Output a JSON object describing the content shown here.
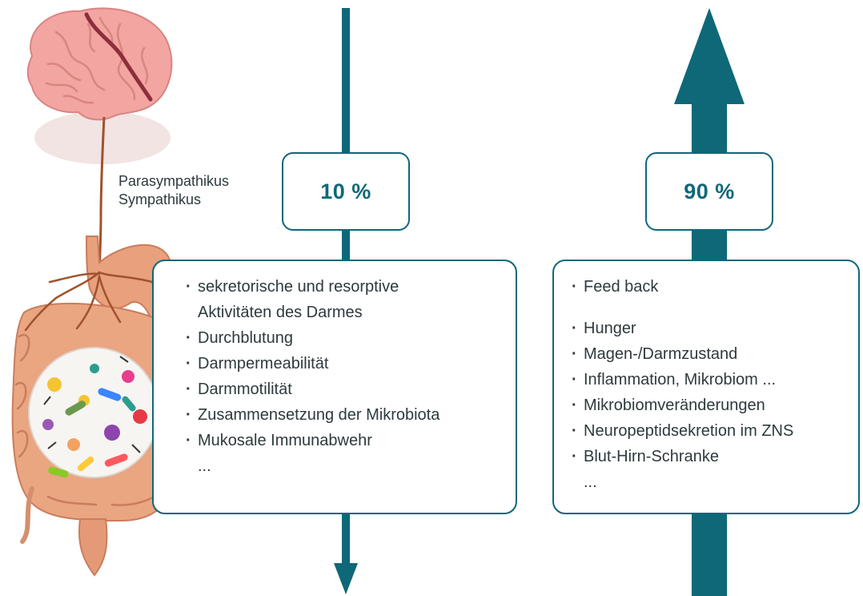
{
  "nervous_labels": [
    "Parasympathikus",
    "Sympathikus"
  ],
  "efferent": {
    "percent": "10 %",
    "items": [
      {
        "text": "sekretorische und resorptive",
        "bullet": true
      },
      {
        "text": "Aktivitäten des Darmes",
        "bullet": false
      },
      {
        "text": "Durchblutung",
        "bullet": true
      },
      {
        "text": "Darmpermeabilität",
        "bullet": true
      },
      {
        "text": "Darmmotilität",
        "bullet": true
      },
      {
        "text": "Zusammensetzung der Mikrobiota",
        "bullet": true
      },
      {
        "text": "Mukosale Immunabwehr",
        "bullet": true
      },
      {
        "text": "...",
        "bullet": false
      }
    ]
  },
  "afferent": {
    "percent": "90 %",
    "items": [
      {
        "text": "Feed back",
        "bullet": true
      },
      {
        "text": "",
        "spacer": true
      },
      {
        "text": "Hunger",
        "bullet": true
      },
      {
        "text": "Magen-/Darmzustand",
        "bullet": true
      },
      {
        "text": "Inflammation, Mikrobiom ...",
        "bullet": true
      },
      {
        "text": "Mikrobiomveränderungen",
        "bullet": true
      },
      {
        "text": "Neuropeptidsekretion im ZNS",
        "bullet": true
      },
      {
        "text": "Blut-Hirn-Schranke",
        "bullet": true
      },
      {
        "text": "...",
        "bullet": false
      }
    ]
  },
  "colors": {
    "arrow": "#0e6878",
    "box_border": "#0e6878",
    "brain": "#ef9d9a",
    "brain_fold": "#c9686a",
    "gut": "#e6a27e",
    "nerve": "#a0522d"
  },
  "icons": [
    "brain-icon",
    "gut-icon",
    "microbes-icon"
  ]
}
